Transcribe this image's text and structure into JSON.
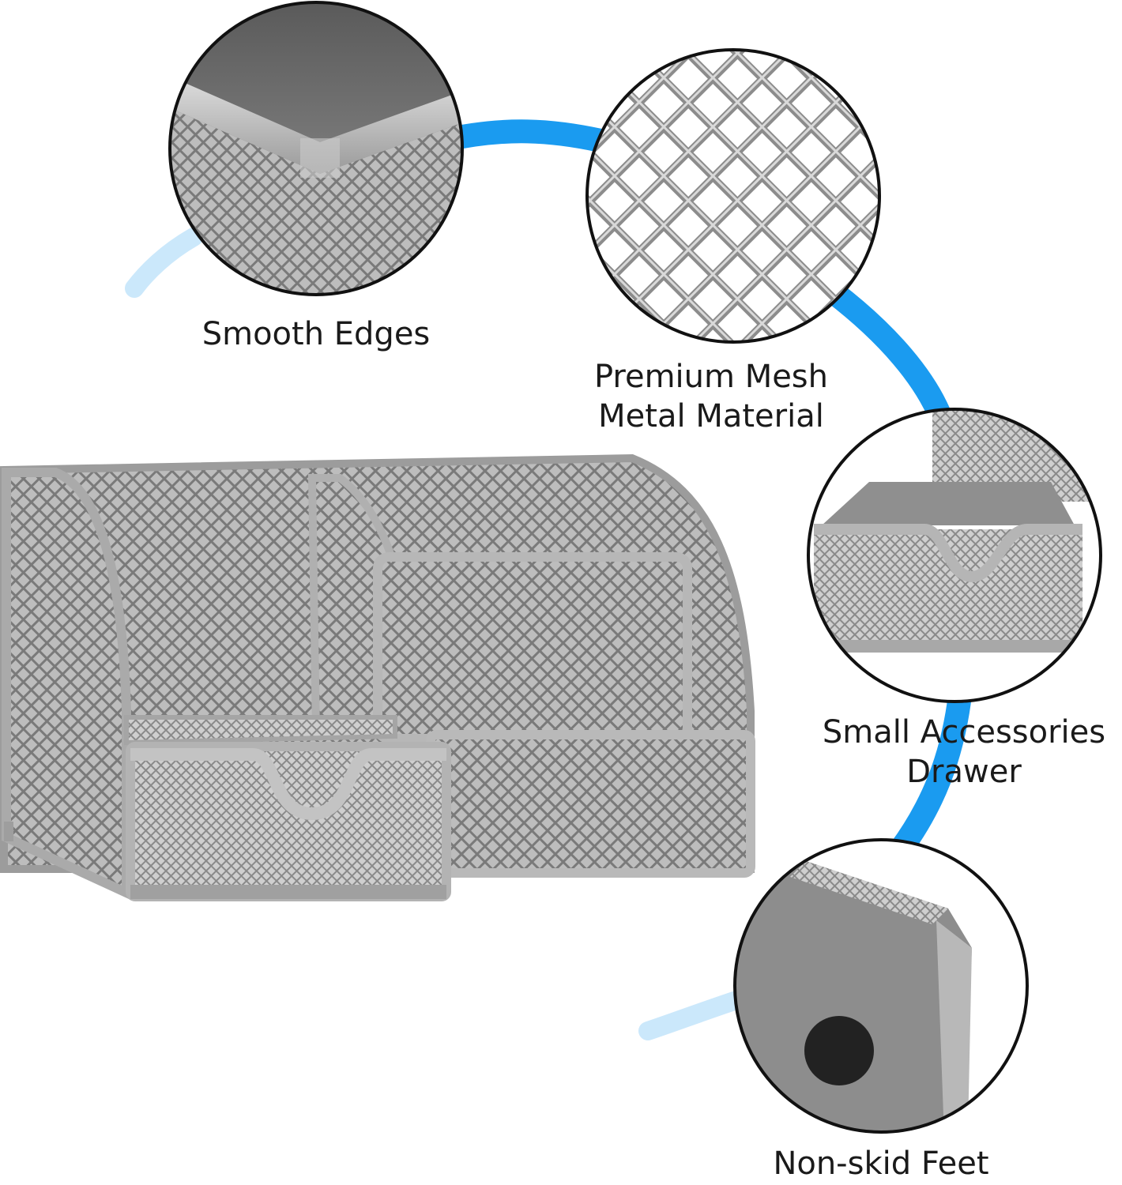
{
  "features": {
    "smooth_edges": {
      "label": "Smooth Edges"
    },
    "premium_mesh": {
      "line1": "Premium Mesh",
      "line2": "Metal Material"
    },
    "accessories_drawer": {
      "line1": "Small Accessories",
      "line2": "Drawer"
    },
    "non_skid_feet": {
      "label": "Non-skid Feet"
    }
  },
  "colors": {
    "accent_arc": "#1a9bf0",
    "metal_light": "#d6d6d6",
    "metal_mid": "#a9a9a9",
    "metal_dark": "#6e6e6e",
    "circle_border": "#111111",
    "felt_pad": "#222222"
  },
  "icons": [
    "mesh-pattern",
    "felt-pad-icon"
  ]
}
